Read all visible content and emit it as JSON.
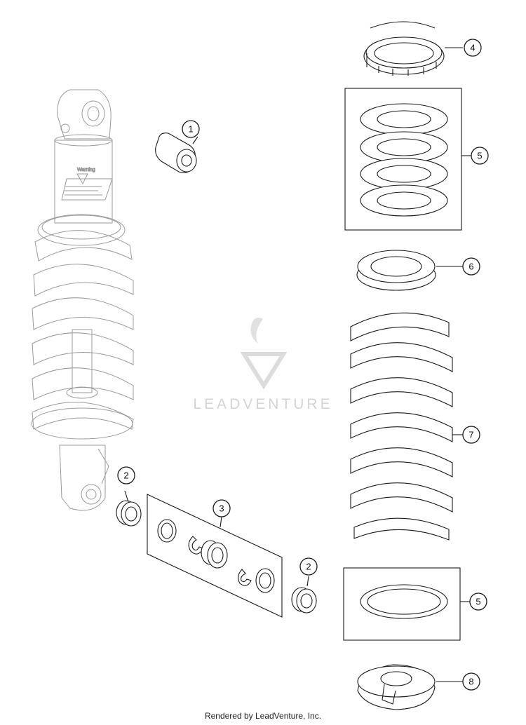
{
  "callouts": [
    {
      "id": "c1",
      "num": "1"
    },
    {
      "id": "c2a",
      "num": "2"
    },
    {
      "id": "c2b",
      "num": "2"
    },
    {
      "id": "c3",
      "num": "3"
    },
    {
      "id": "c4",
      "num": "4"
    },
    {
      "id": "c5a",
      "num": "5"
    },
    {
      "id": "c5b",
      "num": "5"
    },
    {
      "id": "c6",
      "num": "6"
    },
    {
      "id": "c7",
      "num": "7"
    },
    {
      "id": "c8",
      "num": "8"
    }
  ],
  "shock_label": "Warning",
  "watermark": "LEADVENTURE",
  "footer": "Rendered by LeadVenture, Inc."
}
